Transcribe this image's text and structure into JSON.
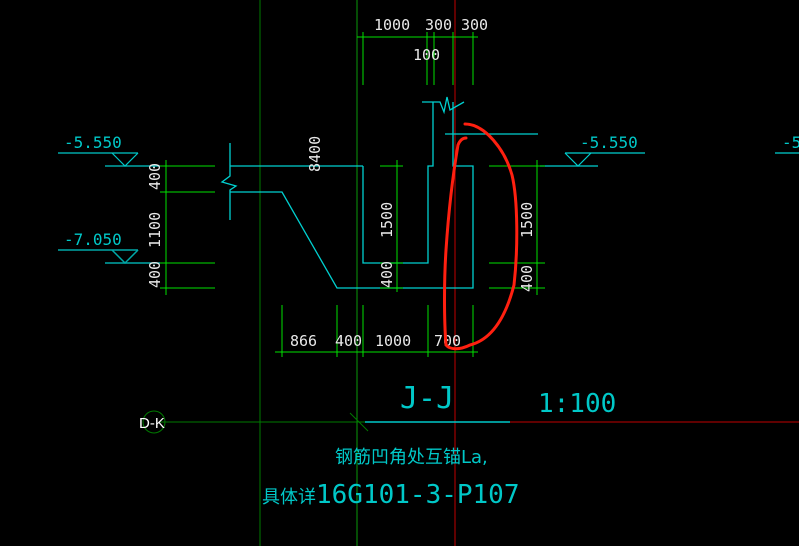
{
  "drawing": {
    "top_dims": [
      "1000",
      "300",
      "300",
      "100"
    ],
    "span_dim": "8400",
    "left_elevation_top": "-5.550",
    "left_elevation_bottom": "-7.050",
    "right_elevation": "-5.550",
    "far_right_elevation_partial": "-5",
    "left_vertical_dims": [
      "400",
      "1100",
      "400"
    ],
    "inner_vertical_dims": [
      "1500",
      "400"
    ],
    "right_vertical_dims": [
      "1500",
      "400"
    ],
    "bottom_dims": [
      "866",
      "400",
      "1000",
      "700"
    ],
    "grid_label": "D-K",
    "section_title": "J-J",
    "scale": "1:100",
    "note_line1": "钢筋凹角处互锚La,",
    "note_line2_prefix": "具体详",
    "note_line2_ref": "16G101-3-P107"
  },
  "colors": {
    "background": "#000000",
    "structure": "#00d0d0",
    "dimension": "#00e000",
    "grid": "#007a00",
    "axis_red": "#c00000",
    "markup": "#ff2010"
  }
}
